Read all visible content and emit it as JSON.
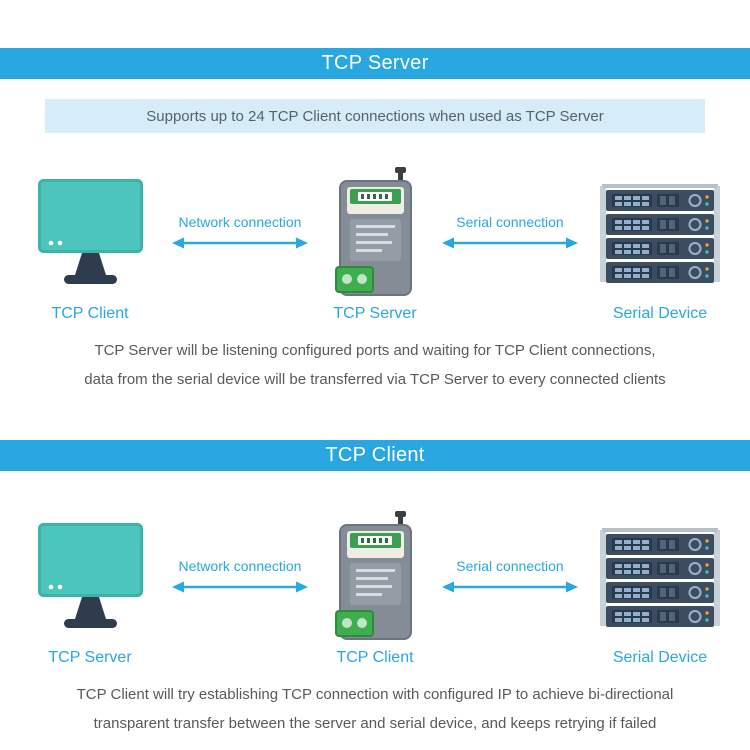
{
  "colors": {
    "accent_blue": "#29a7e0",
    "subtitle_bg": "#d6ecf8",
    "subtitle_text": "#55626b",
    "caption_text": "#58595b",
    "monitor_screen": "#4cc5bd",
    "monitor_stand": "#2e3c4e",
    "rack_body": "#3d4d61",
    "device_body": "#848c95",
    "terminal_green": "#3fae4e"
  },
  "icons": {
    "left_icon": "monitor-icon",
    "middle_icon": "serial-server-icon",
    "right_icon": "server-rack-icon",
    "arrow_icon": "double-arrow-icon"
  },
  "sections": [
    {
      "title": "TCP Server",
      "subtitle": "Supports up to 24 TCP Client connections when used as TCP Server",
      "left_label": "TCP Client",
      "middle_label": "TCP Server",
      "right_label": "Serial Device",
      "network_label": "Network connection",
      "serial_label": "Serial connection",
      "caption_line1": "TCP Server will be listening configured ports and waiting for TCP Client connections,",
      "caption_line2": "data from the serial device will be transferred via TCP Server to every connected clients"
    },
    {
      "title": "TCP Client",
      "left_label": "TCP Server",
      "middle_label": "TCP Client",
      "right_label": "Serial Device",
      "network_label": "Network connection",
      "serial_label": "Serial connection",
      "caption_line1": "TCP Client will try establishing TCP connection with configured IP to achieve bi-directional",
      "caption_line2": "transparent transfer between the server and serial device, and keeps retrying if failed"
    }
  ]
}
